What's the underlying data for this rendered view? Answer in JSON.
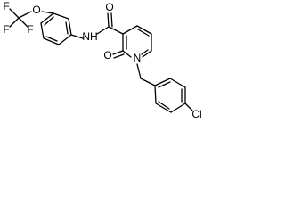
{
  "structure": {
    "atom_labels": {
      "F1": "F",
      "F2": "F",
      "F3": "F",
      "O_ether": "O",
      "O_carbonyl": "O",
      "NH": "NH",
      "O_ring_carbonyl": "O",
      "N_ring": "N",
      "Cl": "Cl"
    }
  }
}
